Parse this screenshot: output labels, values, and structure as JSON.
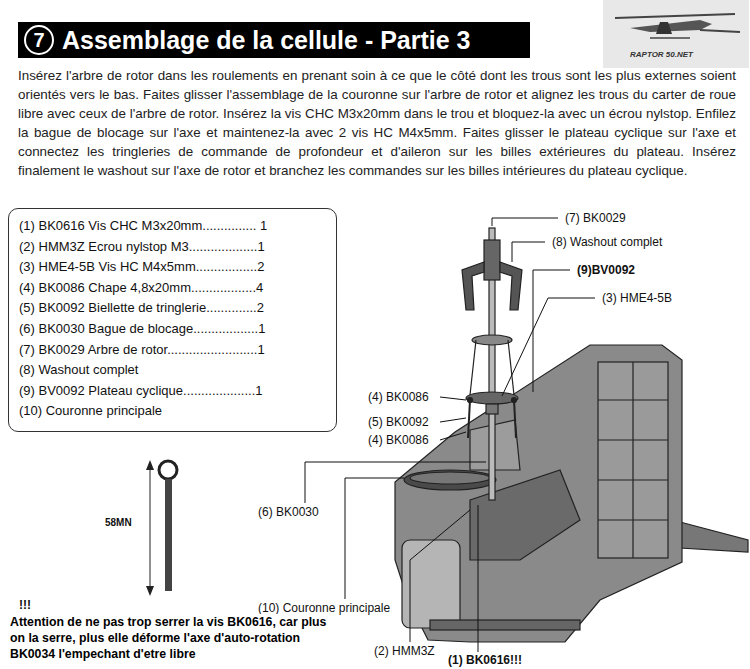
{
  "diagram": {
    "title": "Assemblage de la cellule - Partie 3",
    "nodes": [
      {
        "text": [
          "(1) BK0616 Vis CHC M3x20mm............... 1",
          "(2) HMM3Z Ecrou nylstop M3...................1",
          "(3) HME4-5B Vis HC M4x5mm.................2",
          "(4) BK0086 Chape 4,8x20mm..................4",
          "(5) BK0092 Biellette de tringlerie..............2",
          "(6) BK0030 Bague de blocage..................1",
          "(7) BK0029 Arbre de rotor.........................1",
          "(8) Washout complet",
          "(9) BV0092 Plateau cyclique....................1",
          "(10) Couronne principale"
        ]
      }
    ],
    "labels": [
      "7",
      "RAPTOR 50.NET",
      "Insérez l'arbre de rotor dans les roulements en prenant soin à ce que le côté dont les trous sont les plus externes soient orientés vers le bas. Faites glisser l'assemblage de la couronne sur l'arbre de rotor et alignez les trous du carter de roue libre avec ceux de l'arbre de rotor. Insérez la vis CHC M3x20mm dans le trou et bloquez-la avec un écrou nylstop. Enfilez la bague de blocage sur l'axe et maintenez-la avec 2 vis HC M4x5mm. Faites glisser le plateau cyclique sur l'axe et connectez les tringleries de commande de profondeur et d'aileron sur les billes extérieures du plateau. Insérez finalement le washout sur l'axe de rotor et branchez les commandes sur les billes intérieures du plateau cyclique.",
      "(7) BK0029",
      "(8) Washout complet",
      "(9)BV0092",
      "(3) HME4-5B",
      "(4) BK0086",
      "(5) BK0092",
      "(4) BK0086",
      "(6) BK0030",
      "58MN",
      "!!!",
      "(10) Couronne principale",
      "Attention de ne pas trop serrer la vis BK0616, car plus on la serre, plus elle déforme l'axe d'auto-rotation BK0034 l'empechant d'etre libre",
      "(2) HMM3Z",
      "(1) BK0616!!!"
    ]
  }
}
